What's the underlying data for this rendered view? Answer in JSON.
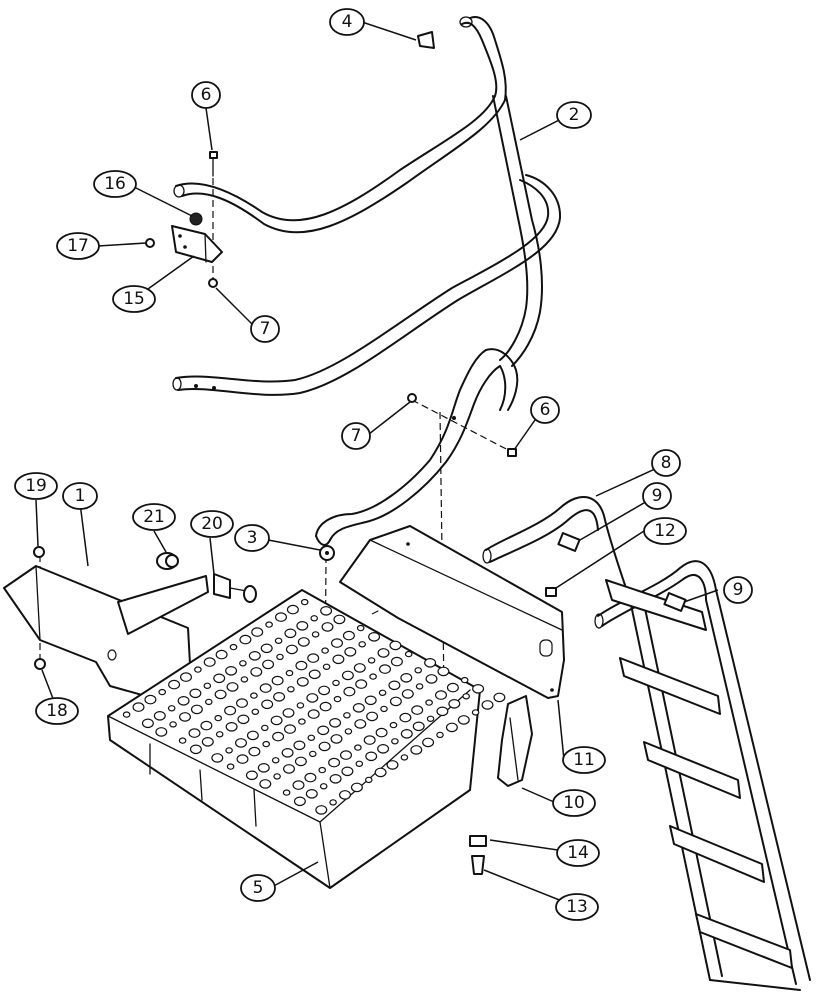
{
  "callouts": [
    {
      "id": "c1",
      "label": "1"
    },
    {
      "id": "c2",
      "label": "2"
    },
    {
      "id": "c3",
      "label": "3"
    },
    {
      "id": "c4",
      "label": "4"
    },
    {
      "id": "c5",
      "label": "5"
    },
    {
      "id": "c6a",
      "label": "6"
    },
    {
      "id": "c6b",
      "label": "6"
    },
    {
      "id": "c7a",
      "label": "7"
    },
    {
      "id": "c7b",
      "label": "7"
    },
    {
      "id": "c8",
      "label": "8"
    },
    {
      "id": "c9a",
      "label": "9"
    },
    {
      "id": "c9b",
      "label": "9"
    },
    {
      "id": "c10",
      "label": "10"
    },
    {
      "id": "c11",
      "label": "11"
    },
    {
      "id": "c12",
      "label": "12"
    },
    {
      "id": "c13",
      "label": "13"
    },
    {
      "id": "c14",
      "label": "14"
    },
    {
      "id": "c15",
      "label": "15"
    },
    {
      "id": "c16",
      "label": "16"
    },
    {
      "id": "c17",
      "label": "17"
    },
    {
      "id": "c18",
      "label": "18"
    },
    {
      "id": "c19",
      "label": "19"
    },
    {
      "id": "c20",
      "label": "20"
    },
    {
      "id": "c21",
      "label": "21"
    }
  ]
}
